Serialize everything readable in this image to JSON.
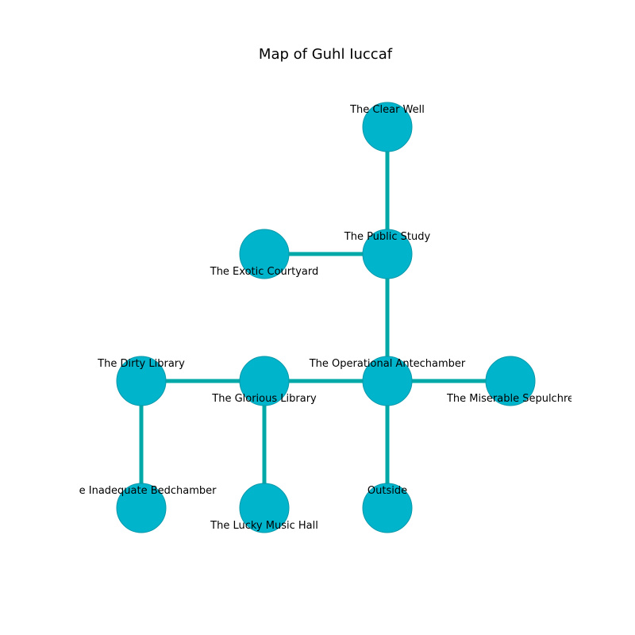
{
  "title": "Map of Guhl Iuccaf",
  "colors": {
    "node_fill": "#00b4cc",
    "node_stroke": "#0a99aa",
    "edge": "#00a8a8"
  },
  "nodes": [
    {
      "id": "clear-well",
      "label": "The Clear Well",
      "col": 2,
      "row": 0,
      "label_pos": "above"
    },
    {
      "id": "exotic-courtyard",
      "label": "The Exotic Courtyard",
      "col": 1,
      "row": 1,
      "label_pos": "below"
    },
    {
      "id": "public-study",
      "label": "The Public Study",
      "col": 2,
      "row": 1,
      "label_pos": "above"
    },
    {
      "id": "dirty-library",
      "label": "The Dirty Library",
      "col": 0,
      "row": 2,
      "label_pos": "above"
    },
    {
      "id": "glorious-library",
      "label": "The Glorious Library",
      "col": 1,
      "row": 2,
      "label_pos": "below"
    },
    {
      "id": "operational-antechamber",
      "label": "The Operational Antechamber",
      "col": 2,
      "row": 2,
      "label_pos": "above"
    },
    {
      "id": "miserable-sepulchre",
      "label": "The Miserable Sepulchre",
      "col": 3,
      "row": 2,
      "label_pos": "below"
    },
    {
      "id": "inadequate-bedchamber",
      "label": "The Inadequate Bedchamber",
      "col": 0,
      "row": 3,
      "label_pos": "above"
    },
    {
      "id": "lucky-music-hall",
      "label": "The Lucky Music Hall",
      "col": 1,
      "row": 3,
      "label_pos": "below"
    },
    {
      "id": "outside",
      "label": "Outside",
      "col": 2,
      "row": 3,
      "label_pos": "above"
    }
  ],
  "edges": [
    [
      "clear-well",
      "public-study"
    ],
    [
      "exotic-courtyard",
      "public-study"
    ],
    [
      "public-study",
      "operational-antechamber"
    ],
    [
      "dirty-library",
      "glorious-library"
    ],
    [
      "glorious-library",
      "operational-antechamber"
    ],
    [
      "operational-antechamber",
      "miserable-sepulchre"
    ],
    [
      "dirty-library",
      "inadequate-bedchamber"
    ],
    [
      "glorious-library",
      "lucky-music-hall"
    ],
    [
      "operational-antechamber",
      "outside"
    ]
  ]
}
